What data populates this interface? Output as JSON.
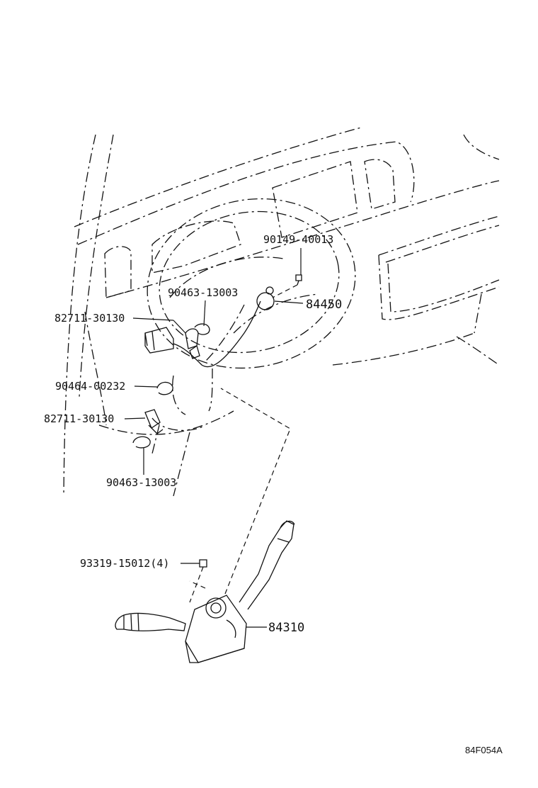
{
  "parts": [
    {
      "id": "p1",
      "number": "90149-40013"
    },
    {
      "id": "p2",
      "number": "90463-13003"
    },
    {
      "id": "p3",
      "number": "84450"
    },
    {
      "id": "p4",
      "number": "82711-30130"
    },
    {
      "id": "p5",
      "number": "90464-00232"
    },
    {
      "id": "p6",
      "number": "82711-30130"
    },
    {
      "id": "p7",
      "number": "90463-13003"
    },
    {
      "id": "p8",
      "number": "93319-15012(4)"
    },
    {
      "id": "p9",
      "number": "84310"
    }
  ],
  "figure_code": "84F054A"
}
